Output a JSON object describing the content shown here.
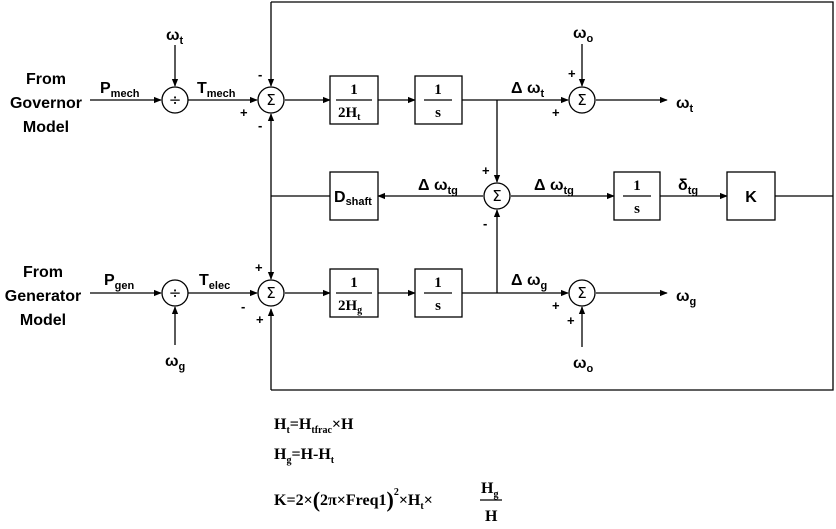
{
  "inputs": {
    "governor_from": "From",
    "governor_name": "Governor",
    "governor_model": "Model",
    "generator_from": "From",
    "generator_name": "Generator",
    "generator_model": "Model"
  },
  "signals": {
    "omega": "ω",
    "t": "t",
    "o": "o",
    "g": "g",
    "P": "P",
    "T": "T",
    "mech": "mech",
    "gen": "gen",
    "elec": "elec",
    "delta_omega": "Δ ω",
    "tg": "tg",
    "delta": "δ",
    "D": "D",
    "shaft": "shaft"
  },
  "blocks": {
    "one": "1",
    "twoH": "2H",
    "s": "s",
    "K": "K",
    "div": "÷",
    "sum": "Σ"
  },
  "signs": {
    "plus": "+",
    "minus": "-"
  },
  "equations": {
    "H": "H",
    "t": "t",
    "tfrac": "tfrac",
    "eq_Ht_rhs": "=H",
    "eq_Ht_tail": "×H",
    "g": "g",
    "eq_Hg_rhs": "=H-H",
    "eq_Hg_tail": "t",
    "K_lhs": "K=2×",
    "paren_open": "(",
    "two_pi_freq": "2π×Freq1",
    "paren_close": ")",
    "sq": "2",
    "times_H": "×H",
    "times": "×",
    "frac_num": "H",
    "frac_num_sub": "g",
    "frac_den": "H"
  }
}
